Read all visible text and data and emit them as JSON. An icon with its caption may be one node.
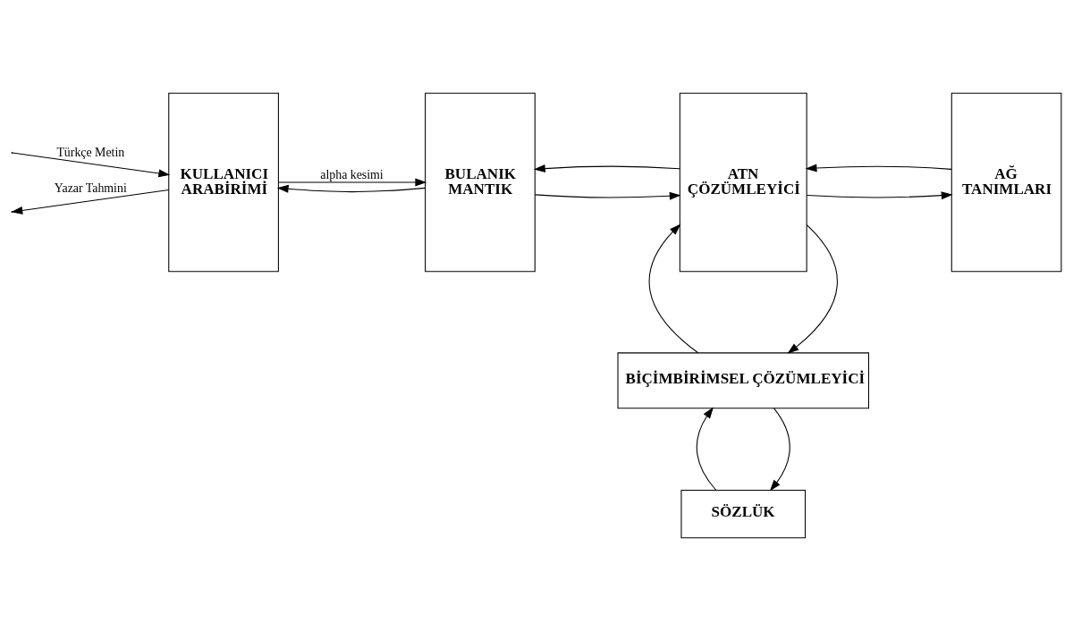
{
  "diagram": {
    "nodes": [
      {
        "text": [
          "KULLANICI",
          "ARABİRİMİ"
        ]
      },
      {
        "text": [
          "BULANIK",
          "MANTIK"
        ]
      },
      {
        "text": [
          "ATN",
          "ÇÖZÜMLEYİCİ"
        ]
      },
      {
        "text": [
          "AĞ",
          "TANIMLARI"
        ]
      },
      {
        "text": [
          "BİÇİMBİRİMSEL ÇÖZÜMLEYİCİ"
        ]
      },
      {
        "text": [
          "SÖZLÜK"
        ]
      }
    ],
    "edges": [
      {
        "from": null,
        "to": 0,
        "arrow": "to",
        "label": "Türkçe Metin"
      },
      {
        "from": 0,
        "to": null,
        "arrow": "to",
        "label": "Yazar Tahmini"
      },
      {
        "from": 0,
        "to": 1,
        "arrow": "to",
        "label": "alpha kesimi"
      },
      {
        "from": 1,
        "to": 2,
        "arrow": "to"
      },
      {
        "from": 2,
        "to": 3,
        "arrow": "to"
      },
      {
        "from": 3,
        "to": 2,
        "arrow": "to"
      },
      {
        "from": 2,
        "to": 1,
        "arrow": "to"
      },
      {
        "from": 1,
        "to": 0,
        "arrow": "to"
      },
      {
        "from": 2,
        "to": 4,
        "arrow": "to"
      },
      {
        "from": 4,
        "to": 2,
        "arrow": "to"
      },
      {
        "from": 4,
        "to": 5,
        "arrow": "to"
      },
      {
        "from": 5,
        "to": 4,
        "arrow": "to"
      }
    ]
  }
}
